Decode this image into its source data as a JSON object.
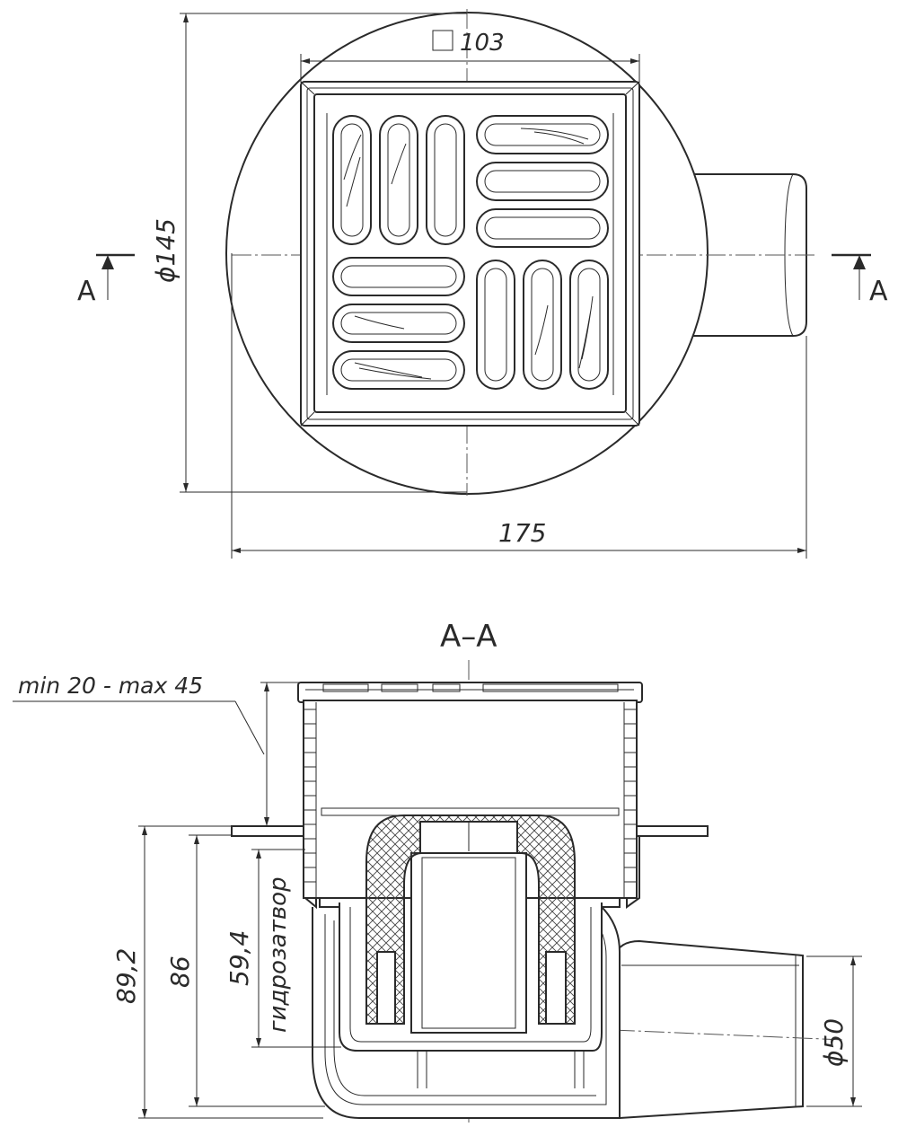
{
  "top_view": {
    "dim_square": "103",
    "dim_diameter": "ϕ145",
    "dim_width": "175",
    "section_mark_left": "A",
    "section_mark_right": "A"
  },
  "section_view": {
    "title": "A–A",
    "dim_range": "min 20 - max 45",
    "dim_89": "89,2",
    "dim_86": "86",
    "dim_59": "59,4",
    "label_water_seal": "гидрозатвор",
    "dim_outlet": "ϕ50"
  },
  "colors": {
    "line": "#2a2a2a",
    "background": "#ffffff"
  }
}
